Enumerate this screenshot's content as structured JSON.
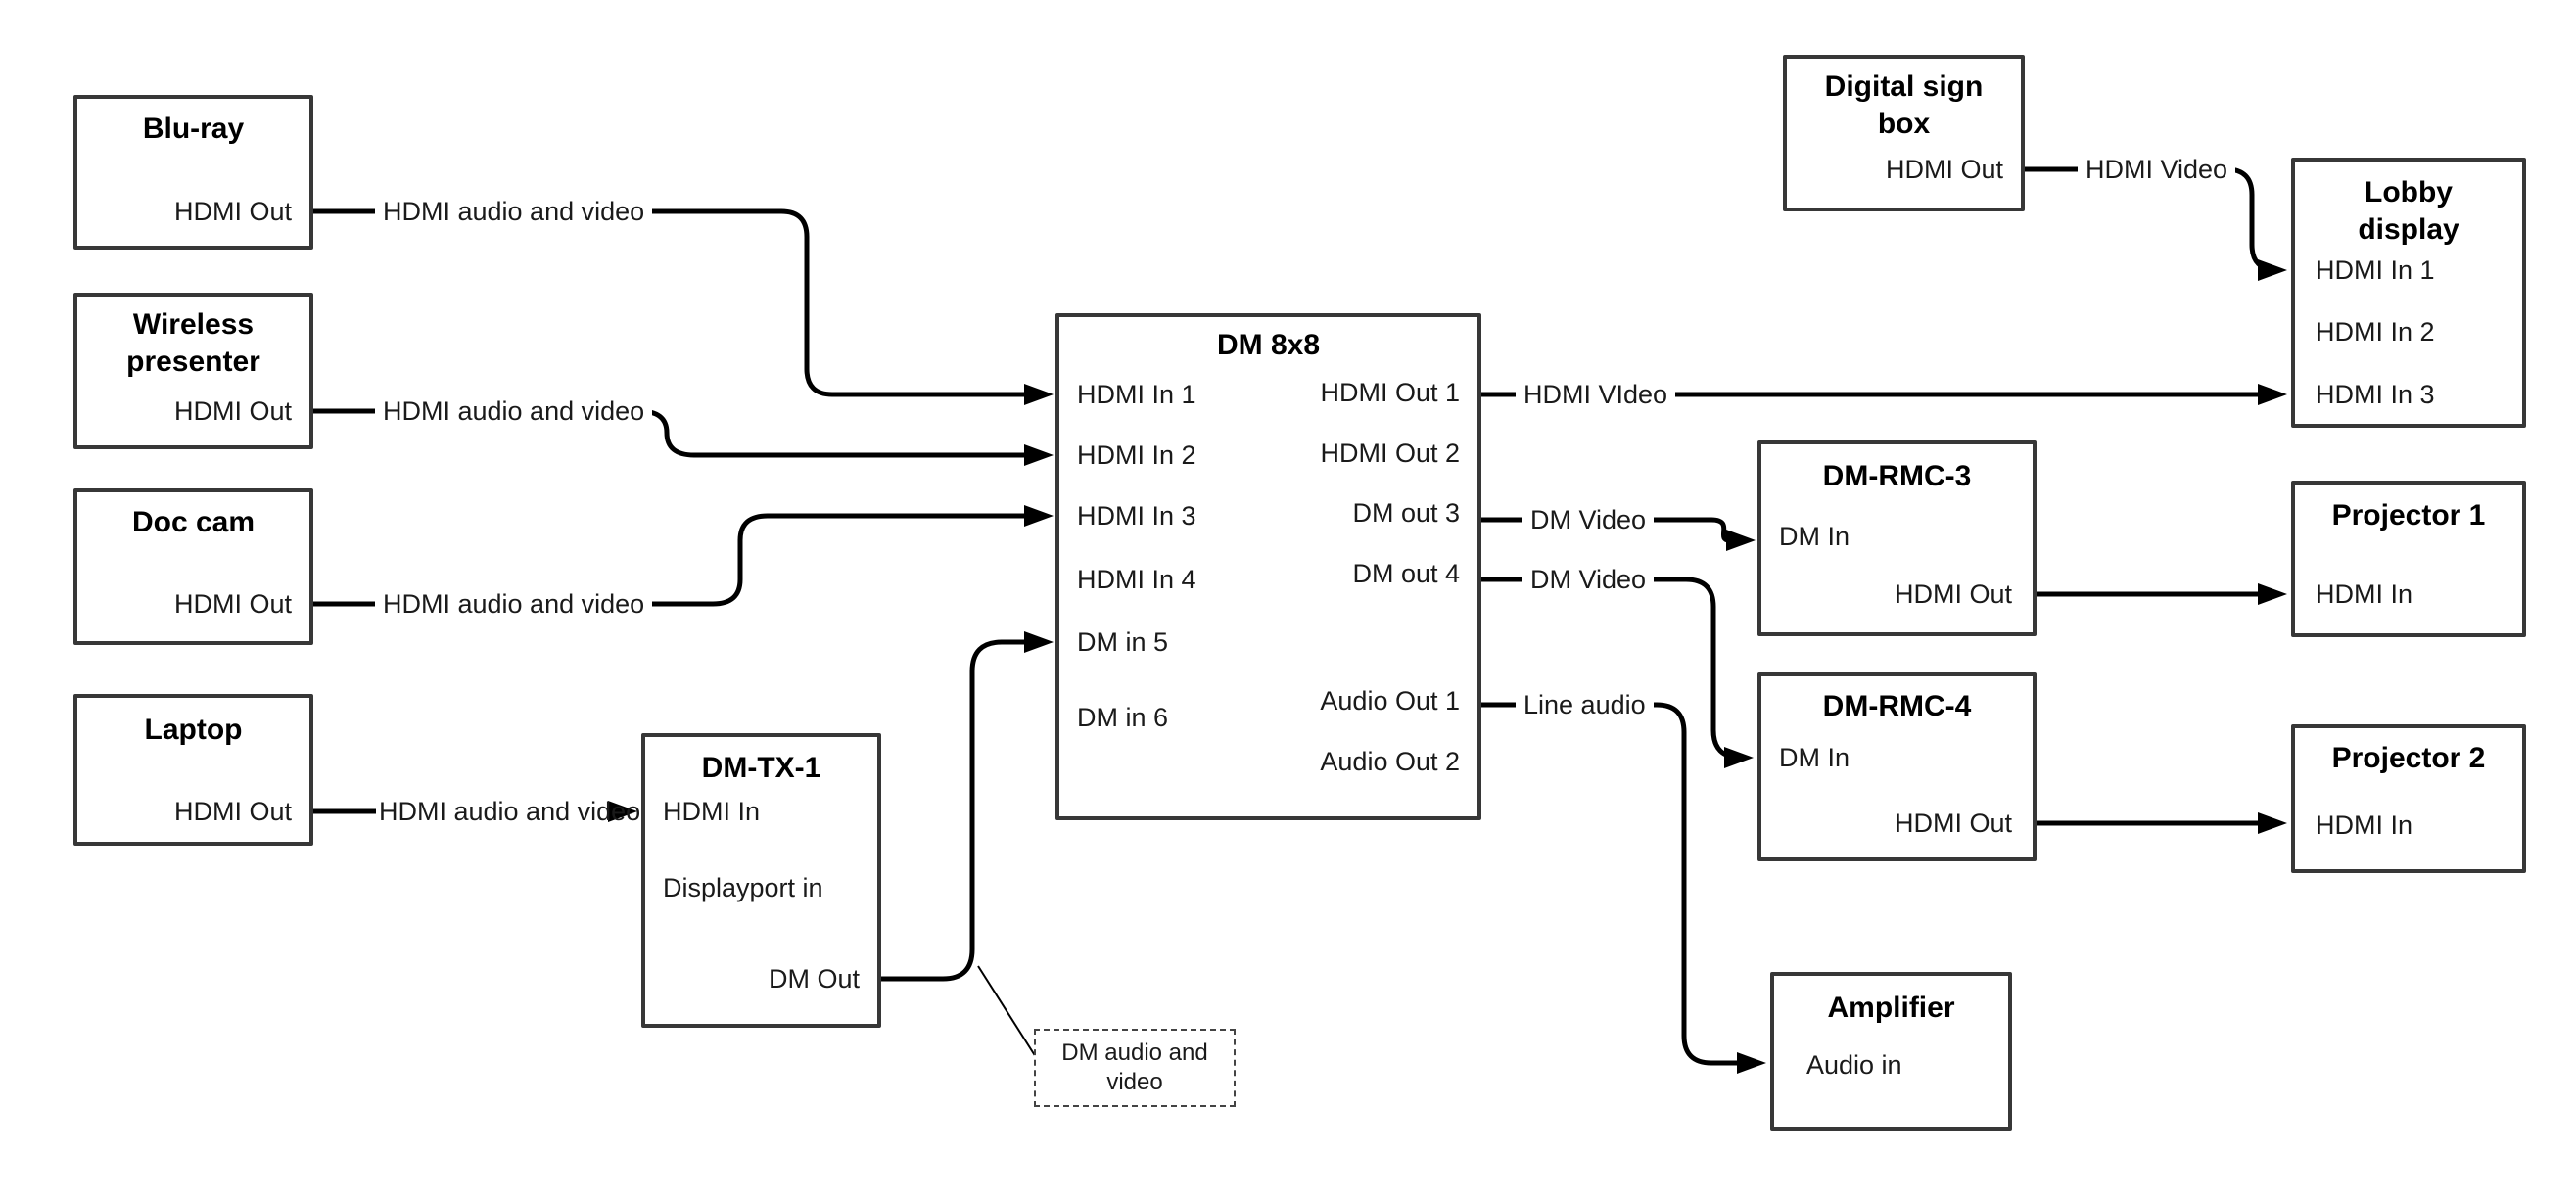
{
  "boxes": {
    "bluray": {
      "title": "Blu-ray",
      "port_hdmi_out": "HDMI Out"
    },
    "wireless": {
      "title": "Wireless\npresenter",
      "port_hdmi_out": "HDMI Out"
    },
    "doccam": {
      "title": "Doc cam",
      "port_hdmi_out": "HDMI Out"
    },
    "laptop": {
      "title": "Laptop",
      "port_hdmi_out": "HDMI Out"
    },
    "dmtx1": {
      "title": "DM-TX-1",
      "port_hdmi_in": "HDMI In",
      "port_displayport_in": "Displayport in",
      "port_dm_out": "DM Out"
    },
    "dm8x8": {
      "title": "DM 8x8",
      "inputs": [
        "HDMI In 1",
        "HDMI In 2",
        "HDMI In 3",
        "HDMI In 4",
        "DM in 5",
        "DM in 6"
      ],
      "outputs": [
        "HDMI Out 1",
        "HDMI Out 2",
        "DM out 3",
        "DM out 4",
        "Audio Out 1",
        "Audio Out 2"
      ]
    },
    "digitalsign": {
      "title": "Digital sign\nbox",
      "port_hdmi_out": "HDMI Out"
    },
    "lobby": {
      "title": "Lobby\ndisplay",
      "ports": [
        "HDMI In 1",
        "HDMI In 2",
        "HDMI In 3"
      ]
    },
    "dmrmc3": {
      "title": "DM-RMC-3",
      "port_dm_in": "DM In",
      "port_hdmi_out": "HDMI Out"
    },
    "dmrmc4": {
      "title": "DM-RMC-4",
      "port_dm_in": "DM In",
      "port_hdmi_out": "HDMI Out"
    },
    "proj1": {
      "title": "Projector 1",
      "port_hdmi_in": "HDMI In"
    },
    "proj2": {
      "title": "Projector 2",
      "port_hdmi_in": "HDMI In"
    },
    "amplifier": {
      "title": "Amplifier",
      "port_audio_in": "Audio in"
    }
  },
  "edge_labels": {
    "bluray_dm": "HDMI audio and video",
    "wireless_dm": "HDMI audio and video",
    "doccam_dm": "HDMI audio and video",
    "laptop_tx": "HDMI audio and video",
    "hdmi_out1": "HDMI VIdeo",
    "dm_out3": "DM Video",
    "dm_out4": "DM Video",
    "audio_out1": "Line audio",
    "digitalsign_lobby": "HDMI Video",
    "dm_callout": "DM audio and\nvideo"
  },
  "colors": {
    "background": "#ffffff",
    "wire": "#000000",
    "box_border": "#373737",
    "text": "#111111"
  }
}
